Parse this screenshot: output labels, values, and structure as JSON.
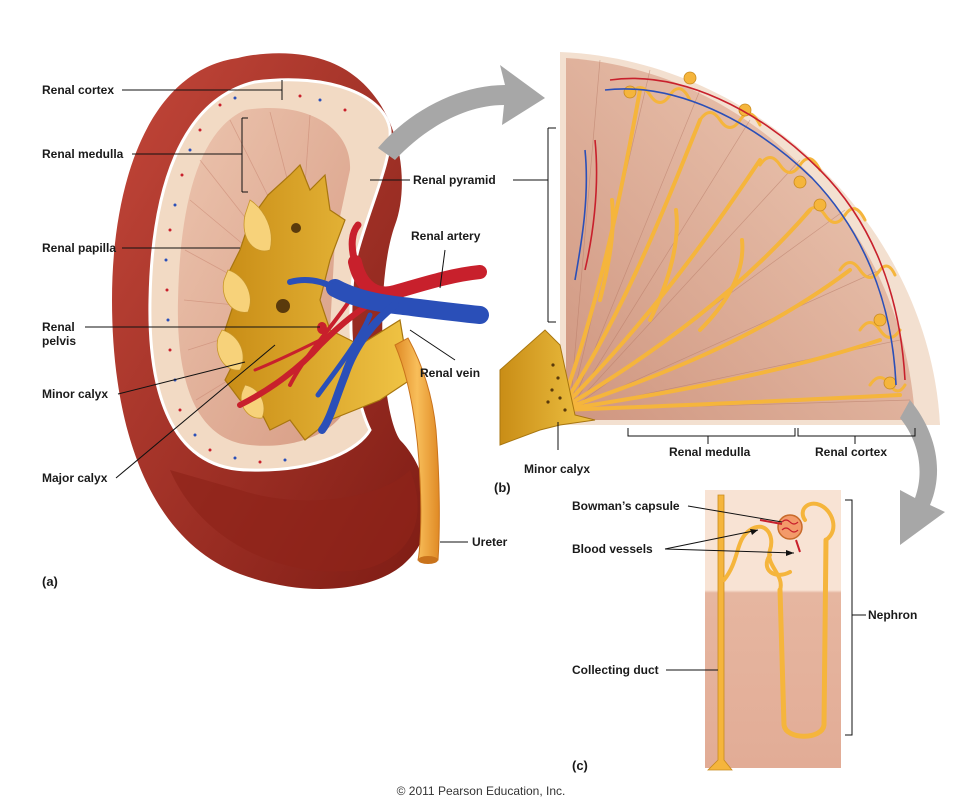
{
  "labels": {
    "renal_cortex": "Renal cortex",
    "renal_medulla": "Renal medulla",
    "renal_papilla": "Renal papilla",
    "renal_pelvis_line1": "Renal",
    "renal_pelvis_line2": "pelvis",
    "minor_calyx": "Minor calyx",
    "major_calyx": "Major calyx",
    "renal_pyramid": "Renal pyramid",
    "renal_artery": "Renal artery",
    "renal_vein": "Renal vein",
    "ureter": "Ureter",
    "b_minor_calyx": "Minor calyx",
    "b_renal_medulla": "Renal medulla",
    "b_renal_cortex": "Renal cortex",
    "bowmans_capsule": "Bowman’s capsule",
    "blood_vessels": "Blood vessels",
    "nephron": "Nephron",
    "collecting_duct": "Collecting duct"
  },
  "panels": {
    "a": "(a)",
    "b": "(b)",
    "c": "(c)"
  },
  "copyright": "© 2011 Pearson Education, Inc.",
  "colors": {
    "kidney_outer": "#9c2a1e",
    "cortex": "#f3dcc6",
    "medulla": "#deaa92",
    "pelvis": "#e6b21f",
    "artery": "#c8202c",
    "vein": "#2a4fb8",
    "ureter": "#f2a33a",
    "tubule": "#f5b53c"
  }
}
